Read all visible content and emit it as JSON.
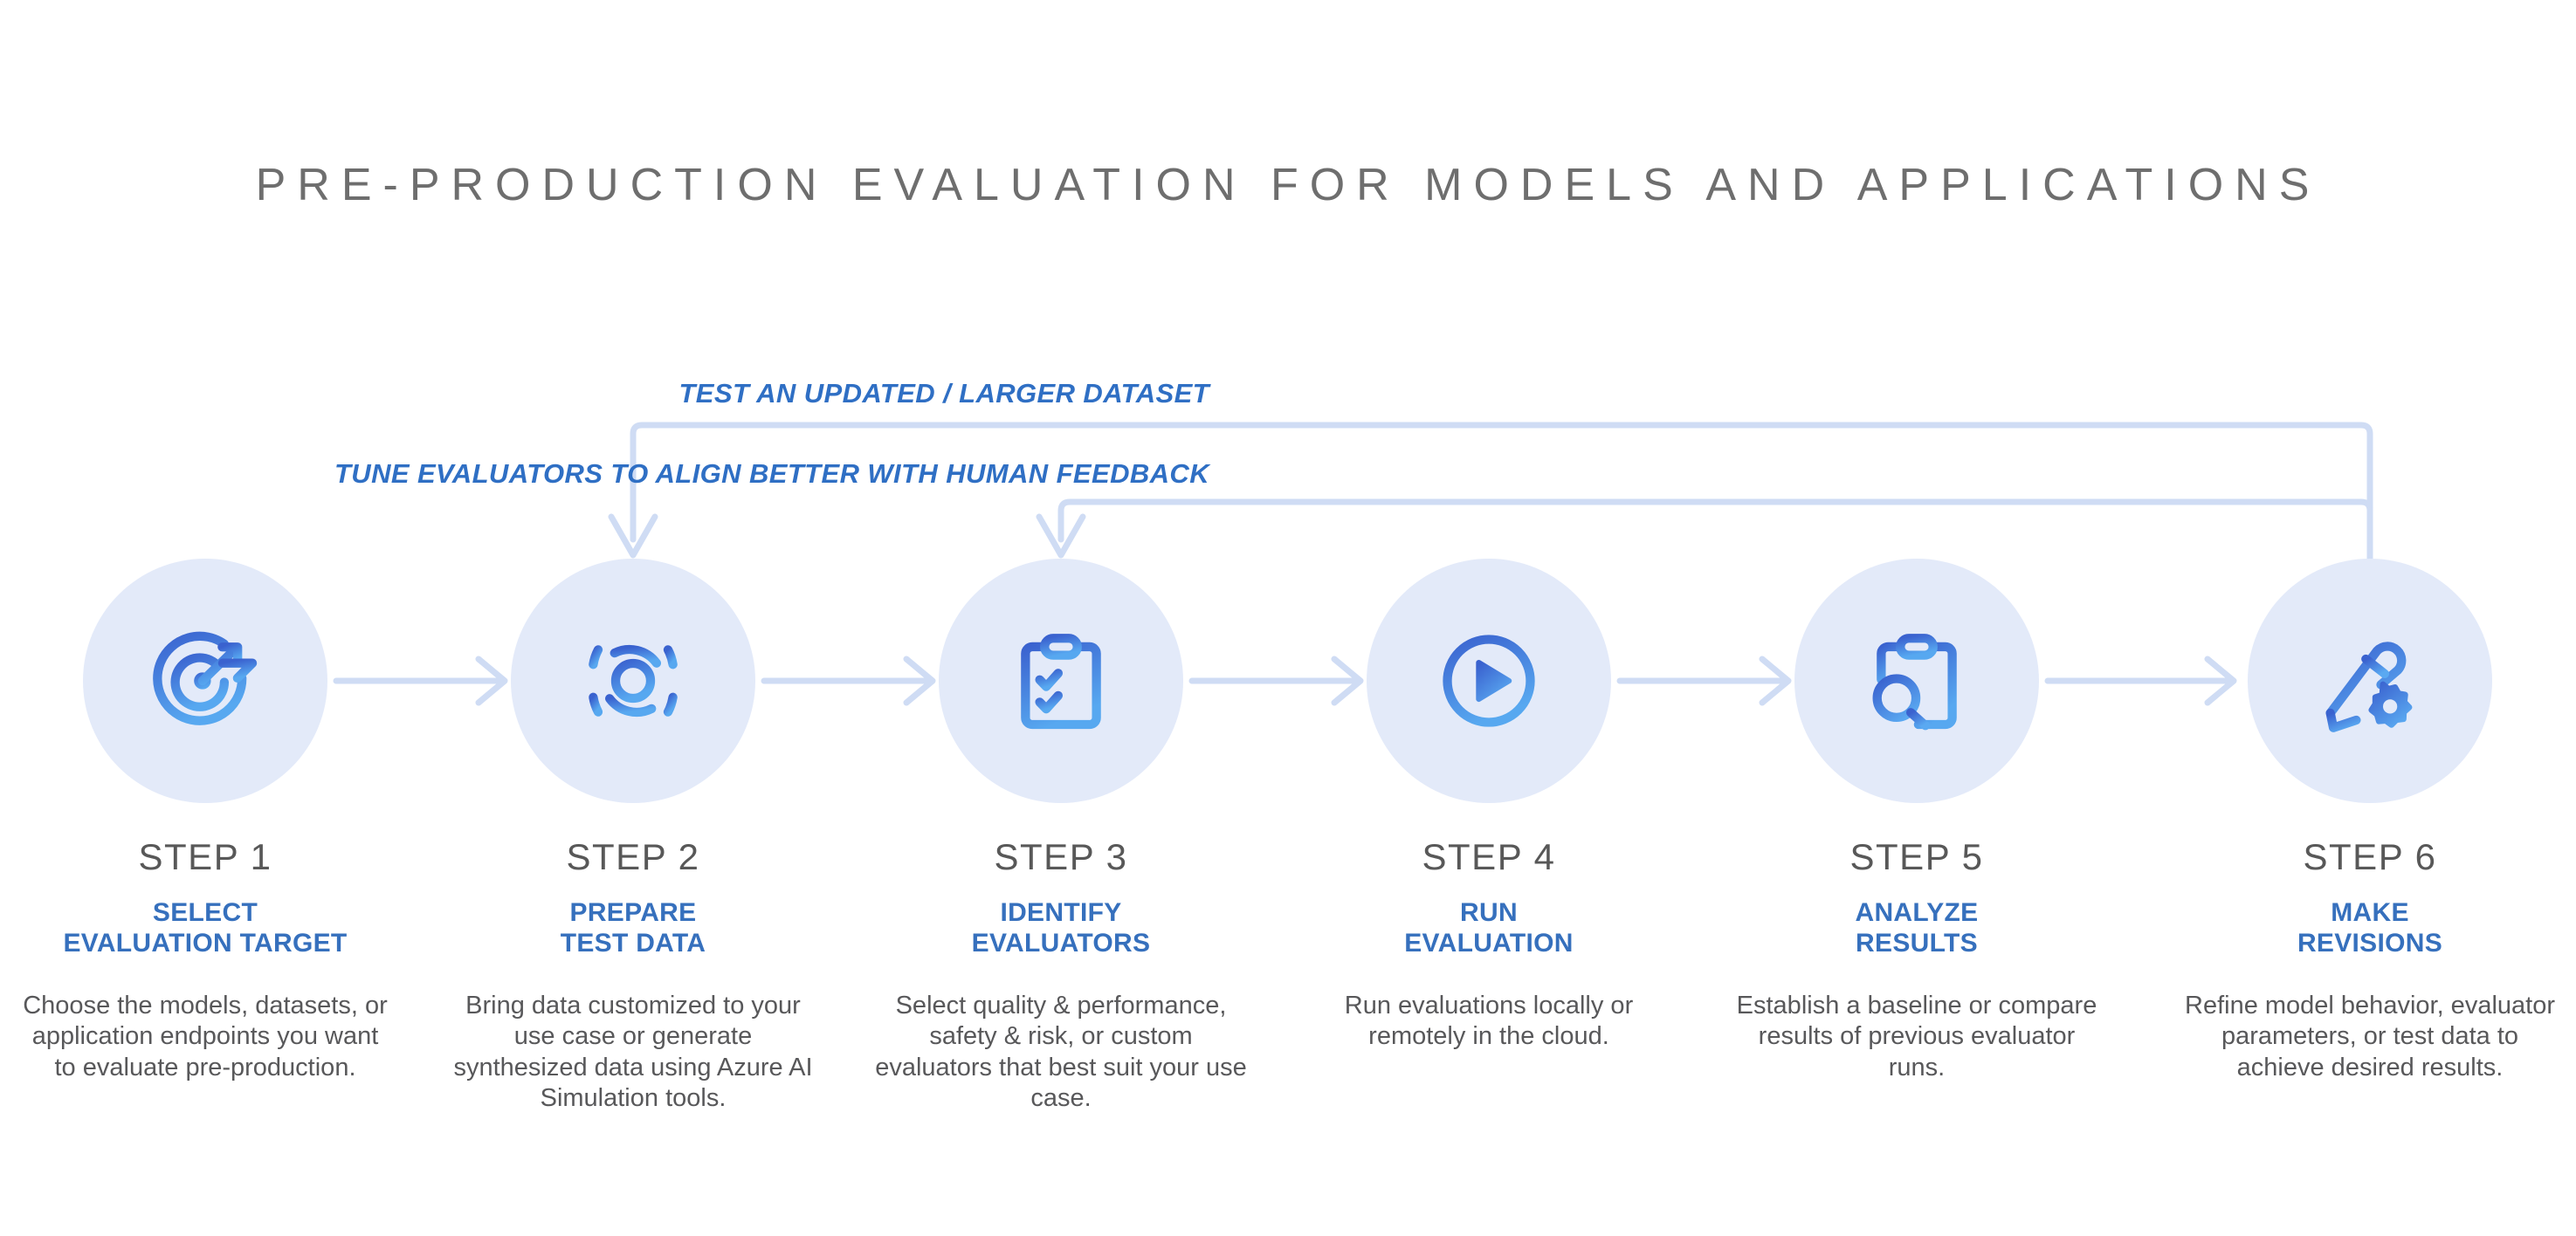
{
  "title": "PRE-PRODUCTION EVALUATION FOR MODELS AND APPLICATIONS",
  "colors": {
    "title_gray": "#6e6e6e",
    "step_number_gray": "#585858",
    "accent_blue": "#3670bd",
    "loop_label_blue": "#2f6fc4",
    "circle_background": "#e3eaf9",
    "connector_blue": "#cfdcf4",
    "icon_blue_dark": "#3a62cf",
    "icon_blue_light": "#57a8f0"
  },
  "loops": [
    {
      "id": "test-updated-dataset",
      "label": "TEST AN UPDATED / LARGER DATASET",
      "from_step": 6,
      "to_step": 2
    },
    {
      "id": "tune-evaluators",
      "label": "TUNE EVALUATORS TO ALIGN BETTER WITH HUMAN FEEDBACK",
      "from_step": 6,
      "to_step": 3
    }
  ],
  "steps": [
    {
      "number": "STEP 1",
      "title": "SELECT\nEVALUATION TARGET",
      "title_lines": [
        "SELECT",
        "EVALUATION TARGET"
      ],
      "description": "Choose the models, datasets, or application endpoints you want to evaluate pre-production.",
      "icon": "target-arrow-icon"
    },
    {
      "number": "STEP 2",
      "title": "PREPARE\nTEST DATA",
      "title_lines": [
        "PREPARE",
        "TEST DATA"
      ],
      "description": "Bring data customized to your use case or generate synthesized data using Azure AI Simulation tools.",
      "icon": "concentric-arcs-icon"
    },
    {
      "number": "STEP 3",
      "title": "IDENTIFY\nEVALUATORS",
      "title_lines": [
        "IDENTIFY",
        "EVALUATORS"
      ],
      "description": "Select quality & performance, safety & risk, or custom evaluators that best suit your use case.",
      "icon": "clipboard-checklist-icon"
    },
    {
      "number": "STEP 4",
      "title": "RUN\nEVALUATION",
      "title_lines": [
        "RUN",
        "EVALUATION"
      ],
      "description": "Run evaluations locally or remotely in the cloud.",
      "icon": "play-circle-icon"
    },
    {
      "number": "STEP 5",
      "title": "ANALYZE\nRESULTS",
      "title_lines": [
        "ANALYZE",
        "RESULTS"
      ],
      "description": "Establish a baseline or compare results of previous evaluator runs.",
      "icon": "clipboard-search-icon"
    },
    {
      "number": "STEP 6",
      "title": "MAKE\nREVISIONS",
      "title_lines": [
        "MAKE",
        "REVISIONS"
      ],
      "description": "Refine model behavior, evaluator parameters, or test data to achieve desired results.",
      "icon": "pencil-gear-icon"
    }
  ]
}
